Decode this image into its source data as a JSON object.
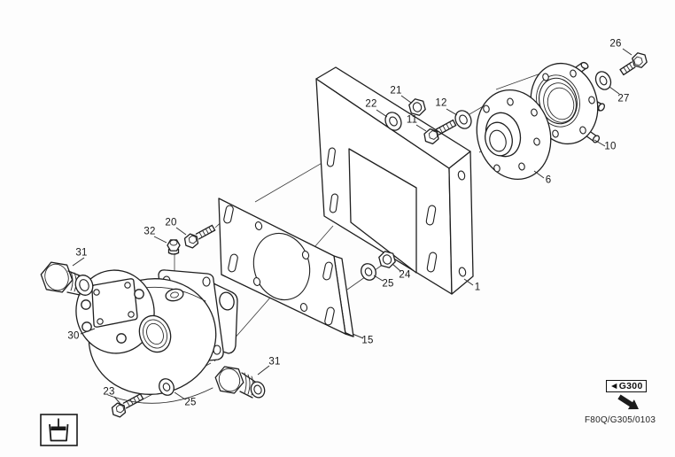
{
  "diagram": {
    "type": "exploded-parts-diagram",
    "description_icons": {
      "legend_icon": "piston-icon",
      "reference_arrow_icon": "southeast-arrow"
    },
    "callouts": [
      {
        "label": "26"
      },
      {
        "label": "27"
      },
      {
        "label": "21"
      },
      {
        "label": "22"
      },
      {
        "label": "12"
      },
      {
        "label": "11"
      },
      {
        "label": "10"
      },
      {
        "label": "6"
      },
      {
        "label": "20"
      },
      {
        "label": "32"
      },
      {
        "label": "31"
      },
      {
        "label": "24"
      },
      {
        "label": "25"
      },
      {
        "label": "30"
      },
      {
        "label": "15"
      },
      {
        "label": "1"
      },
      {
        "label": "31"
      },
      {
        "label": "23"
      },
      {
        "label": "25"
      }
    ],
    "reference": {
      "box_label": "◄G300",
      "code": "F80Q/G305/0103"
    }
  }
}
